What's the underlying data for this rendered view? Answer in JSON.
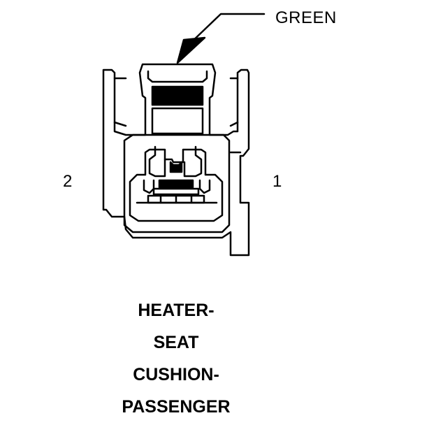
{
  "callout": {
    "text": "GREEN"
  },
  "pins": {
    "left": "2",
    "right": "1"
  },
  "title": {
    "lines": [
      "HEATER-",
      "SEAT",
      "CUSHION-",
      "PASSENGER"
    ]
  },
  "colors": {
    "stroke": "#000000",
    "background": "#ffffff"
  }
}
